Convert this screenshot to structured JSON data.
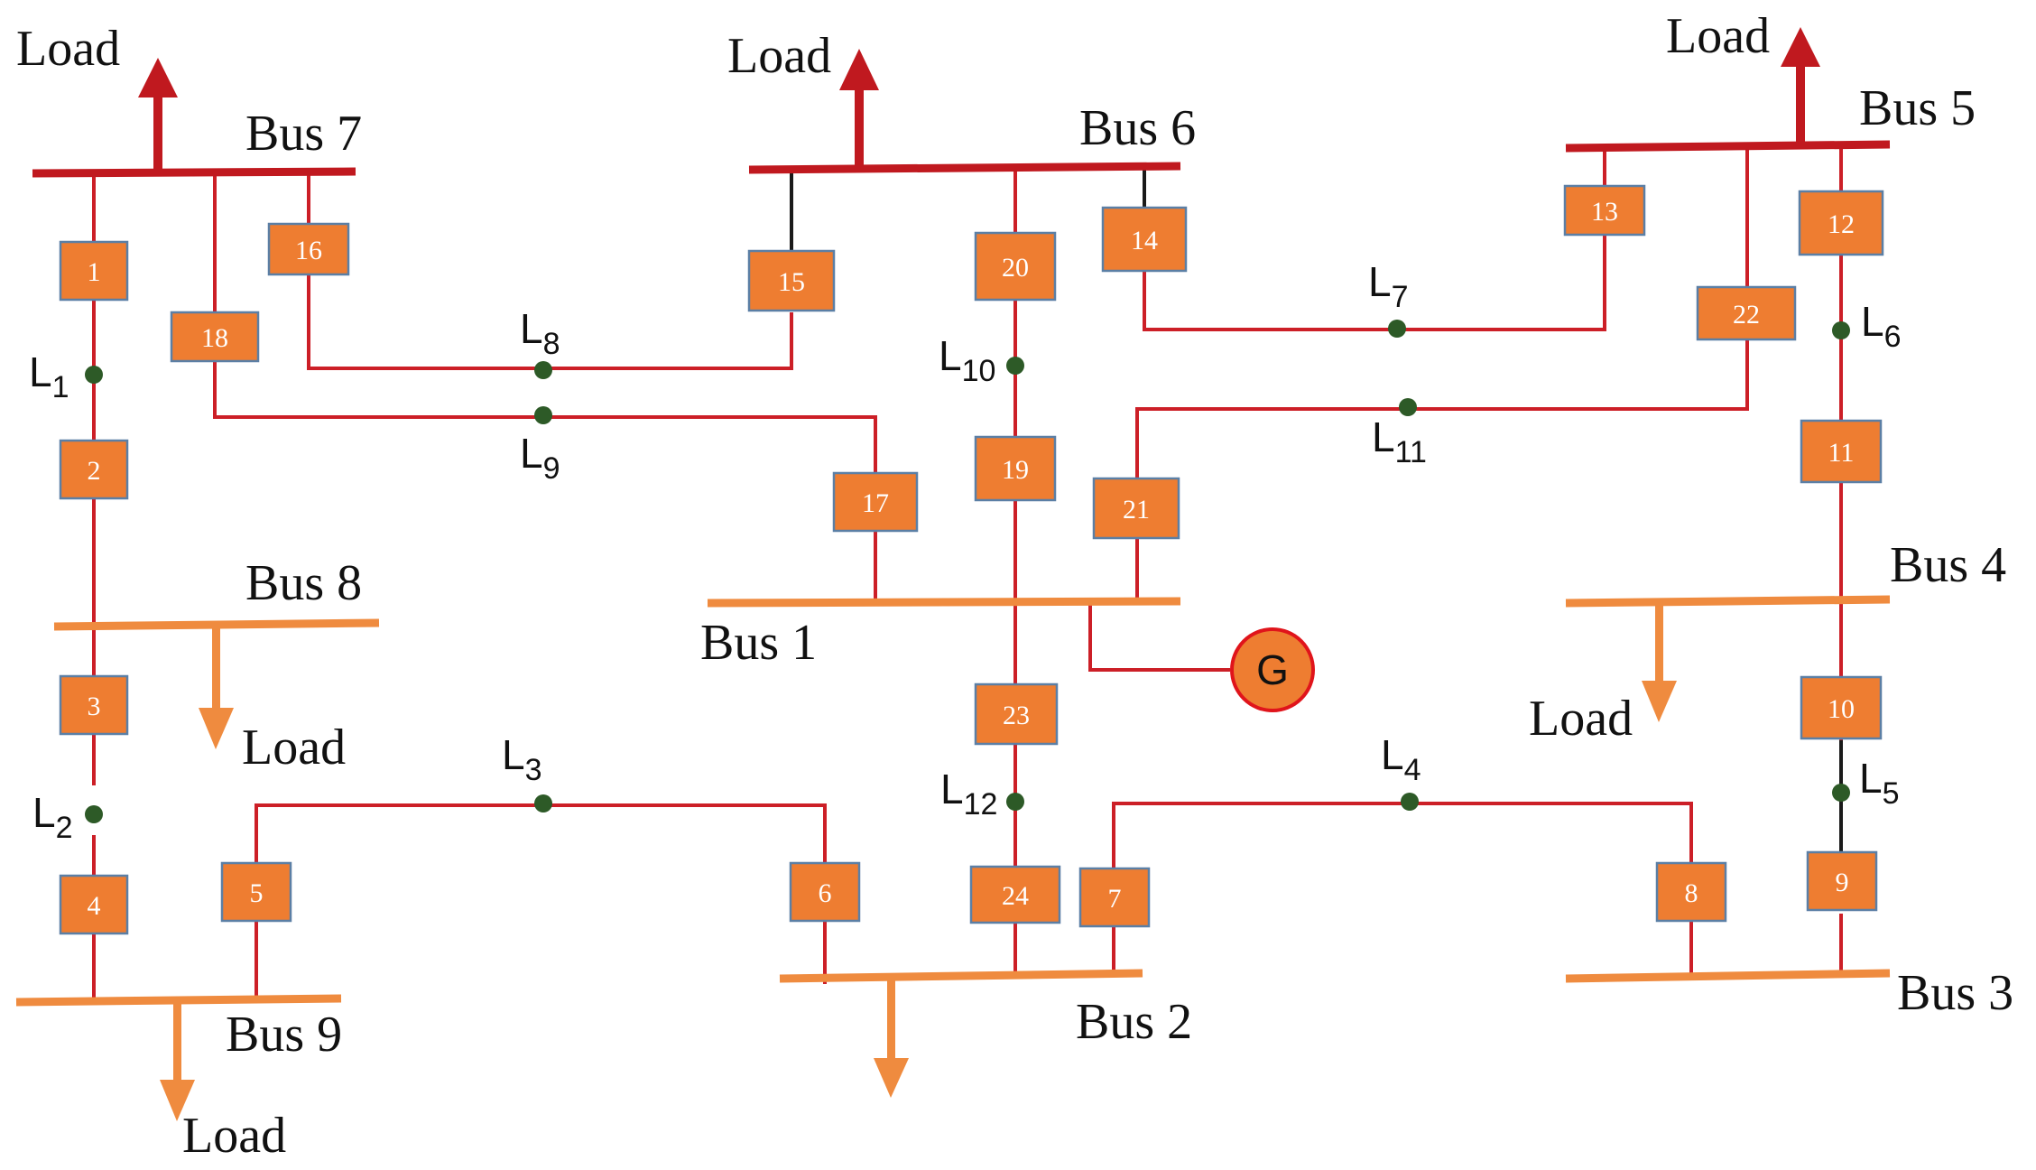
{
  "colors": {
    "line_red": "#cc1f27",
    "line_black": "#1a1a1a",
    "bus_red": "#c0191f",
    "bus_orange": "#ef8b3f",
    "relay_fill": "#ee7d31",
    "relay_border": "#5b7fa5",
    "fault_dot": "#2d5a27",
    "gen_fill": "#ee7d31",
    "gen_border": "#e0141b"
  },
  "buses": [
    {
      "id": "bus7",
      "label": "Bus 7"
    },
    {
      "id": "bus6",
      "label": "Bus 6"
    },
    {
      "id": "bus5",
      "label": "Bus 5"
    },
    {
      "id": "bus8",
      "label": "Bus 8"
    },
    {
      "id": "bus1",
      "label": "Bus 1"
    },
    {
      "id": "bus4",
      "label": "Bus 4"
    },
    {
      "id": "bus9",
      "label": "Bus 9"
    },
    {
      "id": "bus2",
      "label": "Bus 2"
    },
    {
      "id": "bus3",
      "label": "Bus 3"
    }
  ],
  "loads": [
    {
      "id": "load-bus7",
      "label": "Load"
    },
    {
      "id": "load-bus6",
      "label": "Load"
    },
    {
      "id": "load-bus5",
      "label": "Load"
    },
    {
      "id": "load-bus8",
      "label": "Load"
    },
    {
      "id": "load-bus4",
      "label": "Load"
    },
    {
      "id": "load-bus9",
      "label": "Load"
    }
  ],
  "relays": [
    "1",
    "2",
    "3",
    "4",
    "5",
    "6",
    "7",
    "8",
    "9",
    "10",
    "11",
    "12",
    "13",
    "14",
    "15",
    "16",
    "17",
    "18",
    "19",
    "20",
    "21",
    "22",
    "23",
    "24"
  ],
  "fault_locations": [
    {
      "id": "L1",
      "letter": "L",
      "sub": "1"
    },
    {
      "id": "L2",
      "letter": "L",
      "sub": "2"
    },
    {
      "id": "L3",
      "letter": "L",
      "sub": "3"
    },
    {
      "id": "L4",
      "letter": "L",
      "sub": "4"
    },
    {
      "id": "L5",
      "letter": "L",
      "sub": "5"
    },
    {
      "id": "L6",
      "letter": "L",
      "sub": "6"
    },
    {
      "id": "L7",
      "letter": "L",
      "sub": "7"
    },
    {
      "id": "L8",
      "letter": "L",
      "sub": "8"
    },
    {
      "id": "L9",
      "letter": "L",
      "sub": "9"
    },
    {
      "id": "L10",
      "letter": "L",
      "sub": "10"
    },
    {
      "id": "L11",
      "letter": "L",
      "sub": "11"
    },
    {
      "id": "L12",
      "letter": "L",
      "sub": "12"
    }
  ],
  "generator": {
    "label": "G"
  }
}
